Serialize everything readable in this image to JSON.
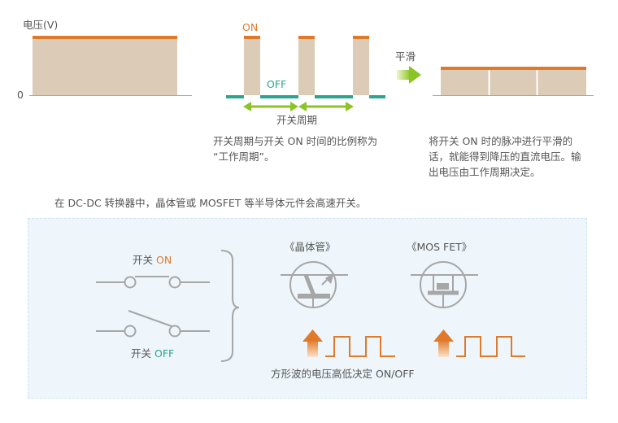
{
  "top": {
    "y_axis_label": "电压(V)",
    "zero_label": "0",
    "on_label": "ON",
    "off_label": "OFF",
    "period_label": "开关周期",
    "smooth_label": "平滑",
    "caption_left_line1": "开关周期与开关 ON 时间的比例称为",
    "caption_left_line2": "“工作周期”。",
    "caption_right_line1": "将开关 ON 时的脉冲进行平滑的",
    "caption_right_line2": "话，就能得到降压的直流电压。输",
    "caption_right_line3": "出电压由工作周期决定。"
  },
  "intro_text": "在 DC-DC 转换器中，晶体管或 MOSFET 等半导体元件会高速开关。",
  "switches": {
    "on_prefix": "开关",
    "on_state": "ON",
    "off_prefix": "开关",
    "off_state": "OFF"
  },
  "devices": {
    "transistor_label": "《晶体管》",
    "mosfet_label": "《MOS FET》",
    "bottom_caption": "方形波的电压高低决定 ON/OFF"
  },
  "colors": {
    "orange": "#e07a2a",
    "beige": "#dccbb6",
    "teal": "#2aa58f",
    "green": "#8cc425",
    "gray": "#a6a6a6"
  }
}
